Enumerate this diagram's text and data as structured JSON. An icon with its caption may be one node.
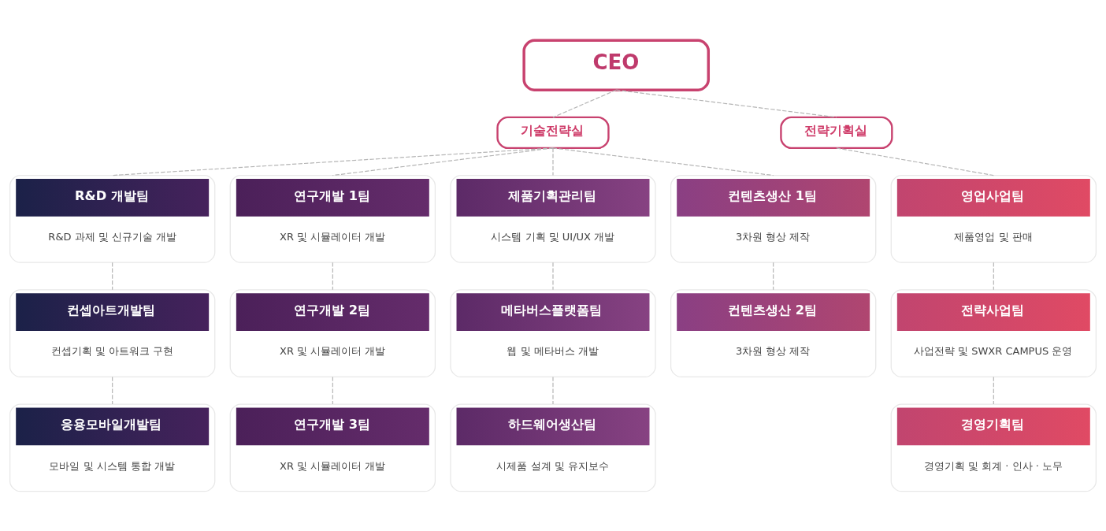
{
  "diagram": {
    "nodes": [
      {
        "text": [
          "CEO"
        ]
      },
      {
        "text": [
          "기술전략실"
        ]
      },
      {
        "text": [
          "전략기획실"
        ]
      },
      {
        "text": [
          "R&D 개발팀",
          "R&D 과제 및 신규기술 개발"
        ]
      },
      {
        "text": [
          "연구개발 1팀",
          "XR 및 시뮬레이터 개발"
        ]
      },
      {
        "text": [
          "제품기획관리팀",
          "시스템 기획 및 UI/UX 개발"
        ]
      },
      {
        "text": [
          "컨텐츠생산 1팀",
          "3차원 형상 제작"
        ]
      },
      {
        "text": [
          "영업사업팀",
          "제품영업 및 판매"
        ]
      },
      {
        "text": [
          "컨셉아트개발팀",
          "컨셉기획 및 아트워크 구현"
        ]
      },
      {
        "text": [
          "연구개발 2팀",
          "XR 및 시뮬레이터 개발"
        ]
      },
      {
        "text": [
          "메타버스플랫폼팀",
          "웹 및 메타버스 개발"
        ]
      },
      {
        "text": [
          "컨텐츠생산 2팀",
          "3차원 형상 제작"
        ]
      },
      {
        "text": [
          "전략사업팀",
          "사업전략 및 SWXR CAMPUS 운영"
        ]
      },
      {
        "text": [
          "응용모바일개발팀",
          "모바일 및 시스템 통합 개발"
        ]
      },
      {
        "text": [
          "연구개발 3팀",
          "XR 및 시뮬레이터 개발"
        ]
      },
      {
        "text": [
          "하드웨어생산팀",
          "시제품 설계 및 유지보수"
        ]
      },
      {
        "text": [
          "경영기획팀",
          "경영기획 및 회계 · 인사 · 노무"
        ]
      }
    ],
    "edges": [
      {
        "from": 0,
        "to": 1,
        "arrow": "none",
        "style": "dashed"
      },
      {
        "from": 0,
        "to": 2,
        "arrow": "none",
        "style": "dashed"
      },
      {
        "from": 1,
        "to": 3,
        "arrow": "none",
        "style": "dashed"
      },
      {
        "from": 1,
        "to": 4,
        "arrow": "none",
        "style": "dashed"
      },
      {
        "from": 1,
        "to": 5,
        "arrow": "none",
        "style": "dashed"
      },
      {
        "from": 1,
        "to": 6,
        "arrow": "none",
        "style": "dashed"
      },
      {
        "from": 2,
        "to": 7,
        "arrow": "none",
        "style": "dashed"
      },
      {
        "from": 3,
        "to": 8,
        "arrow": "none",
        "style": "dashed"
      },
      {
        "from": 8,
        "to": 13,
        "arrow": "none",
        "style": "dashed"
      },
      {
        "from": 4,
        "to": 9,
        "arrow": "none",
        "style": "dashed"
      },
      {
        "from": 9,
        "to": 14,
        "arrow": "none",
        "style": "dashed"
      },
      {
        "from": 5,
        "to": 10,
        "arrow": "none",
        "style": "dashed"
      },
      {
        "from": 10,
        "to": 15,
        "arrow": "none",
        "style": "dashed"
      },
      {
        "from": 6,
        "to": 11,
        "arrow": "none",
        "style": "dashed"
      },
      {
        "from": 7,
        "to": 12,
        "arrow": "none",
        "style": "dashed"
      },
      {
        "from": 12,
        "to": 16,
        "arrow": "none",
        "style": "dashed"
      }
    ]
  }
}
